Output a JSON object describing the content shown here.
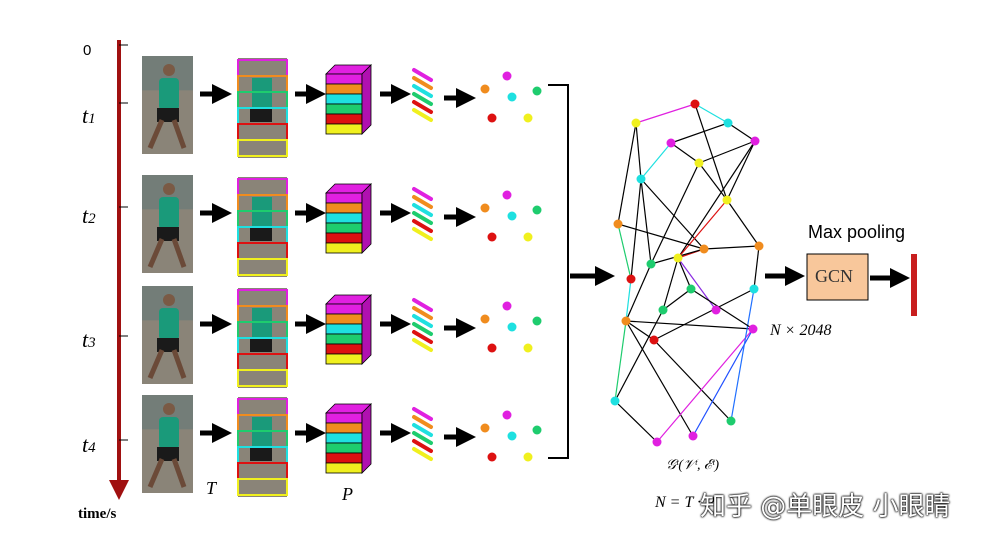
{
  "time_axis": {
    "origin_label": "0",
    "ticks": [
      {
        "symbol": "t",
        "sub": "1"
      },
      {
        "symbol": "t",
        "sub": "2"
      },
      {
        "symbol": "t",
        "sub": "3"
      },
      {
        "symbol": "t",
        "sub": "4"
      }
    ],
    "axis_label": "time/s",
    "axis_color": "#a01010"
  },
  "labels": {
    "partition_count": "T",
    "pooled_count": "P",
    "max_pooling": "Max pooling",
    "gcn": "GCN",
    "feature_dims": "N × 2048",
    "graph_formula": "𝒢ᵗ(𝒱ᵗ, ℰᵗ)",
    "node_count_formula": "N = T · P"
  },
  "watermark": "知乎 @单眼皮 小眼睛",
  "colors": {
    "magenta": "#e020e0",
    "orange": "#f08c1e",
    "cyan": "#1ee0e0",
    "green": "#1ecc6e",
    "red": "#dd1111",
    "yellow": "#f0f01e",
    "gcn_box": "#f8c79b",
    "output_bar": "#c81e1e"
  }
}
